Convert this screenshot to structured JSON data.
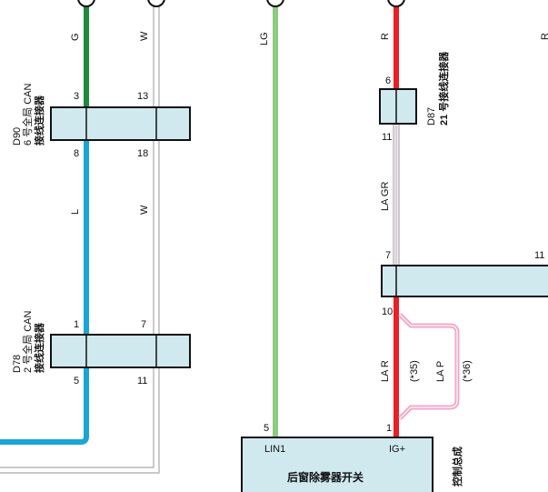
{
  "wires": {
    "g_top": "G",
    "w_top": "W",
    "l": "L",
    "w_mid": "W",
    "lg": "LG",
    "r": "R",
    "r_right": "R",
    "la_gr": "LA GR",
    "la_r": "LA R",
    "la_p": "LA P",
    "ref_35": "(*35)",
    "ref_36": "(*36)"
  },
  "connectors": {
    "d90": {
      "code": "D90",
      "line1": "6 号全局 CAN",
      "line2": "接线连接器",
      "pins": [
        "3",
        "13",
        "8",
        "18"
      ]
    },
    "d78": {
      "code": "D78",
      "line1": "2 号全局 CAN",
      "line2": "接线连接器",
      "pins": [
        "1",
        "7",
        "5",
        "11"
      ]
    },
    "d87": {
      "code": "D87",
      "line1": "21 号接线连接器",
      "line2": "",
      "pins": [
        "6",
        "11"
      ]
    },
    "right_block": {
      "pins": [
        "7",
        "11",
        "10"
      ]
    }
  },
  "component": {
    "name": "后窗除雾器开关",
    "pin_lin": "LIN1",
    "pin_ig": "IG+",
    "pin_lin_num": "5",
    "pin_ig_num": "1",
    "side_label": "控制总成"
  },
  "colors": {
    "green_dark": "#1f8a3c",
    "green_light": "#8ccc82",
    "cyan": "#1aa6d4",
    "red": "#ee1c24",
    "pink": "#f2a6c8",
    "connector_fill": "#cfe9ef",
    "white_wire": "#c9c9c9"
  }
}
